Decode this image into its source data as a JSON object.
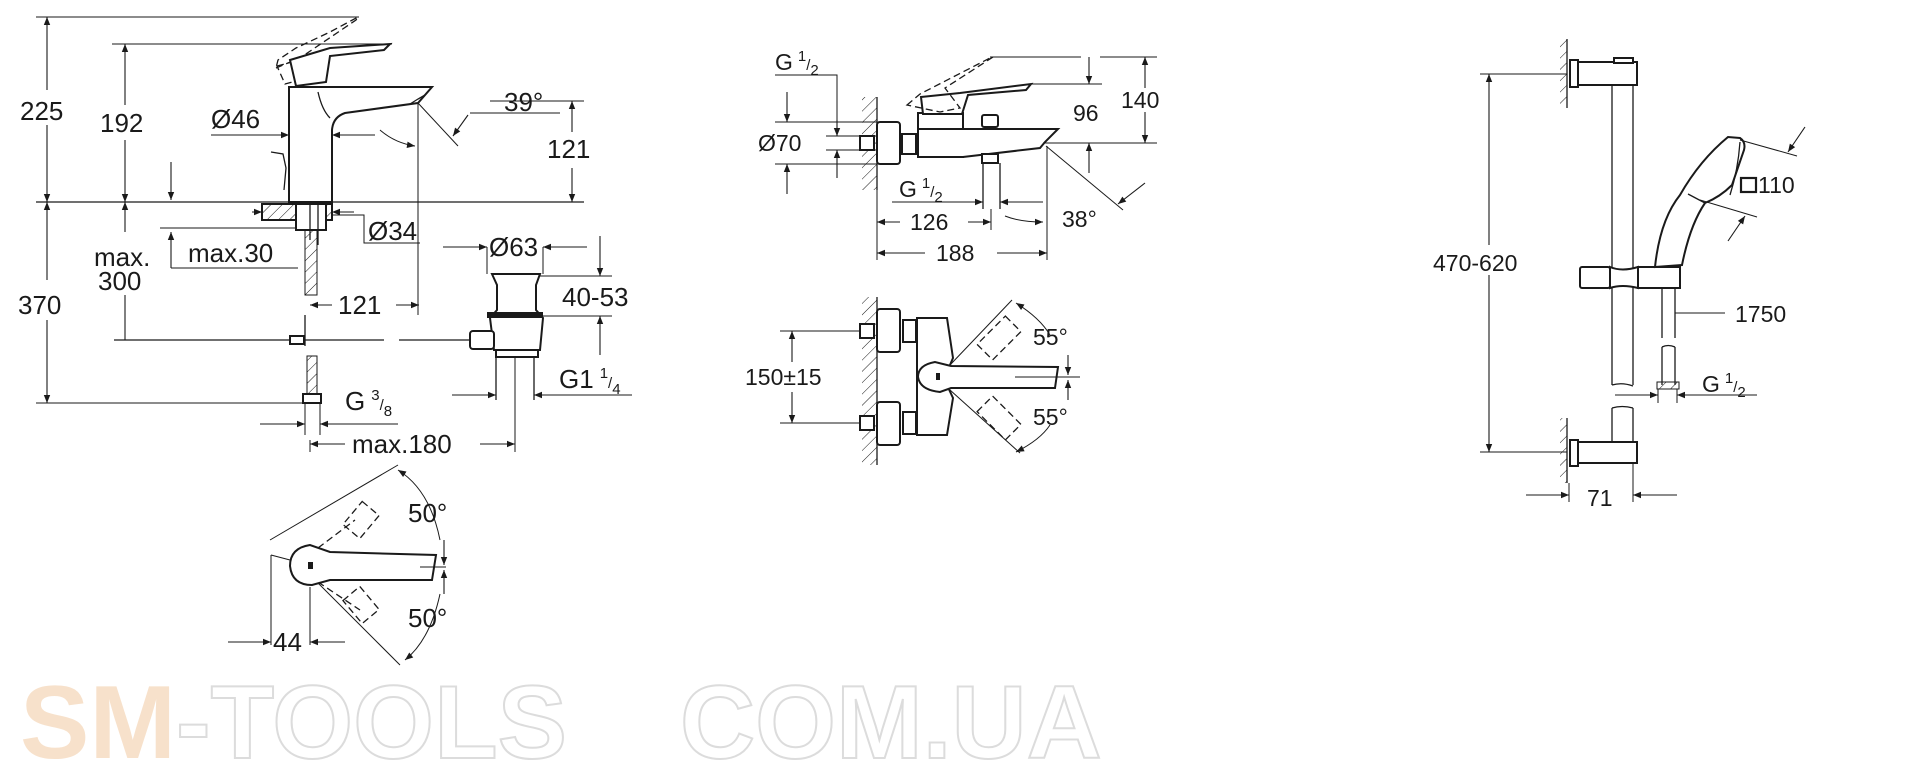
{
  "basin_mixer": {
    "side_view": {
      "height_total": "225",
      "height_to_lever": "192",
      "body_diameter": "Ø46",
      "spout_angle": "39°",
      "spout_height": "121",
      "mount_diameter": "Ø34",
      "max_deck": "max.30",
      "max_label_1": "max.",
      "max_label_2": "300",
      "below_deck": "370",
      "spout_reach": "121",
      "waste_diameter": "Ø63",
      "waste_range": "40-53",
      "waste_thread": {
        "base": "G1",
        "num": "1",
        "den": "4"
      },
      "supply_thread": {
        "base": "G",
        "num": "3",
        "den": "8"
      },
      "max_reach": "max.180"
    },
    "top_view": {
      "angle_up": "50°",
      "angle_down": "50°",
      "offset": "44"
    }
  },
  "bath_mixer": {
    "side_view": {
      "inlet_thread": {
        "base": "G",
        "num": "1",
        "den": "2"
      },
      "escutcheon_diameter": "Ø70",
      "lever_height": "96",
      "total_height": "140",
      "outlet_thread": {
        "base": "G",
        "num": "1",
        "den": "2"
      },
      "outlet_distance": "126",
      "projection": "188",
      "spout_angle": "38°"
    },
    "front_view": {
      "centers": "150±15",
      "angle_up": "55°",
      "angle_down": "55°"
    }
  },
  "shower_set": {
    "rail_range": "470-620",
    "head_size": "110",
    "hose_length": "1750",
    "hose_thread": {
      "base": "G",
      "num": "1",
      "den": "2"
    },
    "wall_offset": "71"
  },
  "watermark": {
    "line1_a": "SM",
    "line1_b": "-TOOLS",
    "line2": "COM.UA"
  },
  "colors": {
    "ink": "#1a1a1a",
    "watermark_accent": "#f6dcc2",
    "watermark_gray": "#dcdcdc"
  }
}
